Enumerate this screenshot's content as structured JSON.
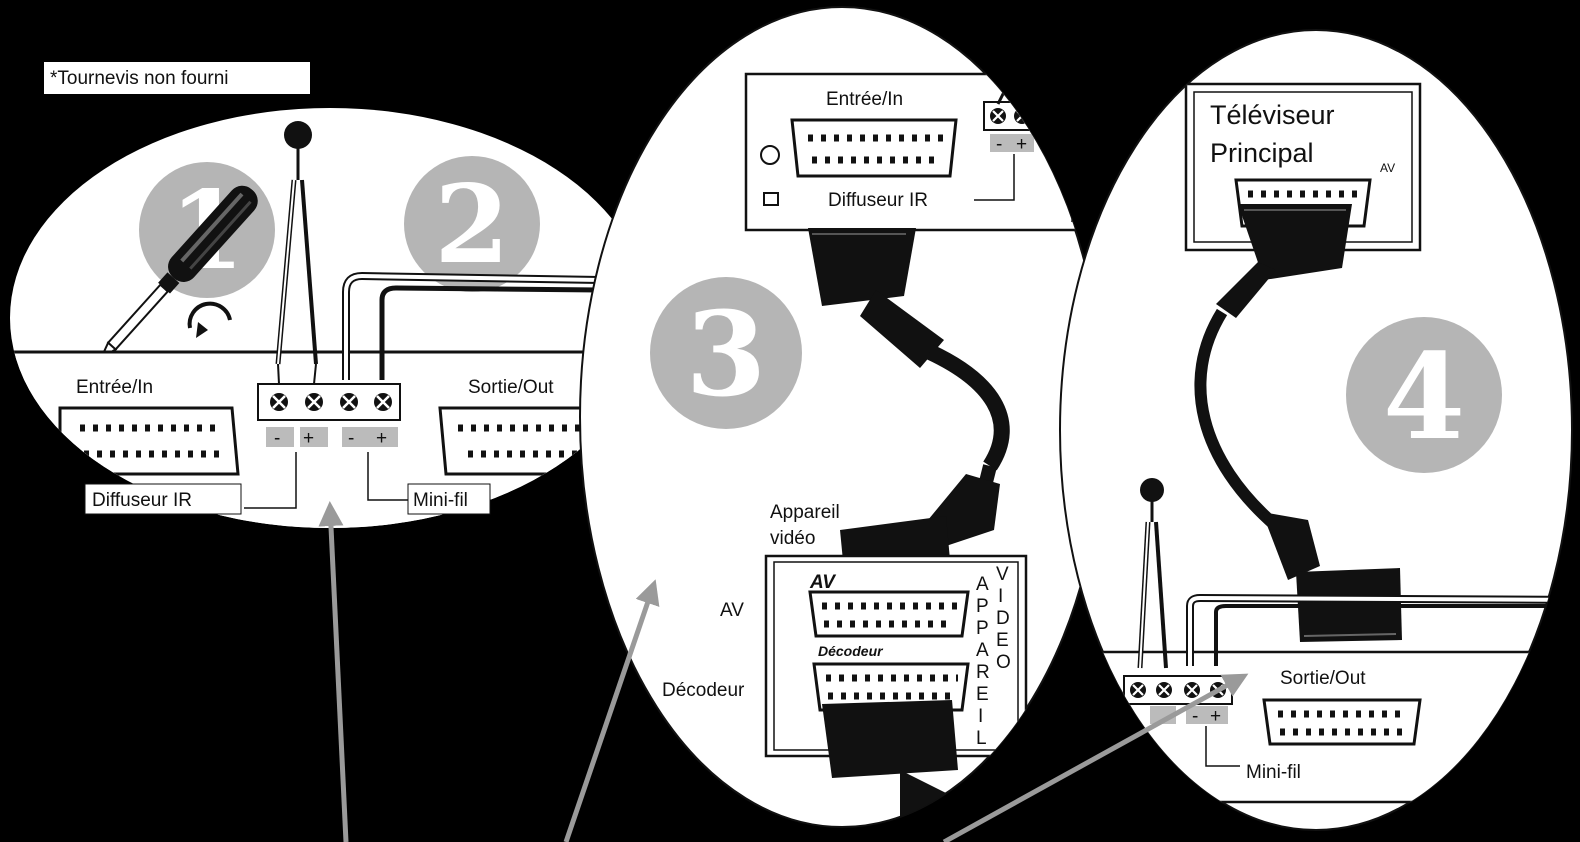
{
  "note": "*Tournevis non fourni",
  "steps": {
    "one": "1",
    "two": "2",
    "three": "3",
    "four": "4"
  },
  "panel1": {
    "entree": "Entrée/In",
    "sortie": "Sortie/Out",
    "diffuseur": "Diffuseur IR",
    "minifil": "Mini-fil",
    "minus1": "-",
    "plus1": "+",
    "minus2": "-",
    "plus2": "+"
  },
  "panel2": {
    "entree": "Entrée/In",
    "diffuseur": "Diffuseur IR",
    "appareil_video_1": "Appareil",
    "appareil_video_2": "vidéo",
    "av_label": "AV",
    "decodeur_label": "Décodeur",
    "av_inner": "AV",
    "decodeur_inner": "Décodeur",
    "vertical_col1": [
      "A",
      "P",
      "P",
      "A",
      "R",
      "E",
      "I",
      "L"
    ],
    "vertical_col2": [
      "V",
      "I",
      "D",
      "E",
      "O"
    ],
    "minus": "-",
    "plus": "+"
  },
  "panel3": {
    "tv_line1": "Téléviseur",
    "tv_line2": "Principal",
    "av": "AV",
    "sortie": "Sortie/Out",
    "minifil": "Mini-fil",
    "minus": "-",
    "plus": "+"
  },
  "colors": {
    "background": "#000000",
    "step_circle": "#b5b5b5",
    "pointer": "#9a9a9a"
  }
}
